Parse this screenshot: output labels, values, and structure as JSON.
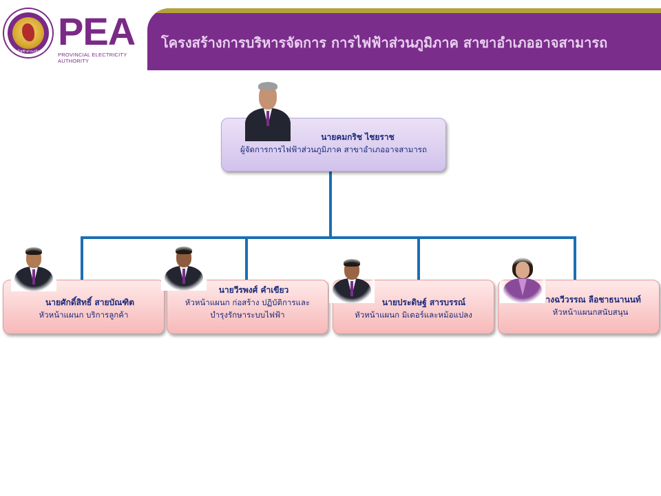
{
  "header": {
    "logo_text": "PEA",
    "logo_subtitle": "PROVINCIAL ELECTRICITY AUTHORITY",
    "seal_text": "การไฟฟ้าส่วนภูมิภาค",
    "title": "โครงสร้างการบริหารจัดการ การไฟฟ้าส่วนภูมิภาค สาขาอำเภออาจสามารถ"
  },
  "colors": {
    "brand_purple": "#7b2d8b",
    "banner_accent": "#b3a13a",
    "connector": "#1b6fb3",
    "text_navy": "#1a2a7a",
    "top_box": "#ddd0f0",
    "child_box": "#f9c9c9"
  },
  "top": {
    "name": "นายคมกริช ไชยราช",
    "position": "ผู้จัดการการไฟฟ้าส่วนภูมิภาค สาขาอำเภออาจสามารถ"
  },
  "children": [
    {
      "name": "นายศักดิ์สิทธิ์ สายบัณฑิต",
      "position": [
        "หัวหน้าแผนก บริการลูกค้า"
      ]
    },
    {
      "name": "นายวีรพงศ์ คำเขียว",
      "position": [
        "หัวหน้าแผนก ก่อสร้าง ปฏิบัติการและ",
        "บำรุงรักษาระบบไฟฟ้า"
      ]
    },
    {
      "name": "นายประดิษฐ์ สารบรรณ์",
      "position": [
        "หัวหน้าแผนก มิเตอร์และหม้อแปลง"
      ]
    },
    {
      "name": "นางฉวีวรรณ ลือชาธนานนท์",
      "position": [
        "หัวหน้าแผนกสนับสนุน"
      ]
    }
  ]
}
